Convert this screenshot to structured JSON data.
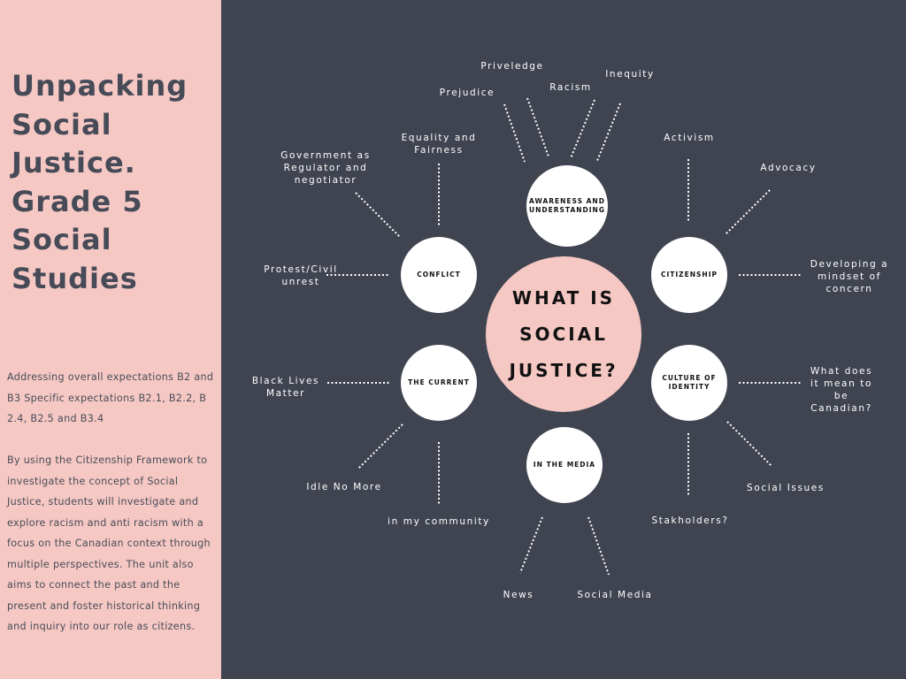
{
  "sidebar": {
    "title": [
      "Unpacking",
      "Social",
      "Justice.",
      "Grade 5",
      "Social",
      "Studies"
    ],
    "expectations": "Addressing overall expectations  B2 and B3 Specific expectations B2.1, B2.2, B 2.4, B2.5 and B3.4",
    "description": "By using the Citizenship Framework to investigate the concept of Social Justice, students will investigate and explore racism and anti racism with a focus on the Canadian context through multiple perspectives. The unit also aims to connect the past and the present and foster historical thinking and inquiry into our role as citizens."
  },
  "diagram": {
    "center": "WHAT IS SOCIAL JUSTICE?",
    "nodes": {
      "awareness": "AWARENESS AND UNDERSTANDING",
      "conflict": "CONFLICT",
      "citizenship": "CITIZENSHIP",
      "current": "THE CURRENT",
      "culture": "CULTURE OF IDENTITY",
      "media": "IN THE MEDIA"
    },
    "labels": {
      "priveledge": "Priveledge",
      "prejudice": "Prejudice",
      "racism": "Racism",
      "inequity": "Inequity",
      "equality": "Equality and Fairness",
      "government": "Government as Regulator and negotiator",
      "protest": "Protest/Civil unrest",
      "activism": "Activism",
      "advocacy": "Advocacy",
      "developing": "Developing a mindset of concern",
      "black_lives": "Black Lives Matter",
      "idle": "Idle No More",
      "community": "in my community",
      "canadian": "What does it mean to be Canadian?",
      "social_issues": "Social Issues",
      "stakholders": "Stakholders?",
      "news": "News",
      "social_media": "Social Media"
    }
  },
  "colors": {
    "pink": "#f5c8c4",
    "dark": "#3f4450",
    "title": "#474a57"
  }
}
